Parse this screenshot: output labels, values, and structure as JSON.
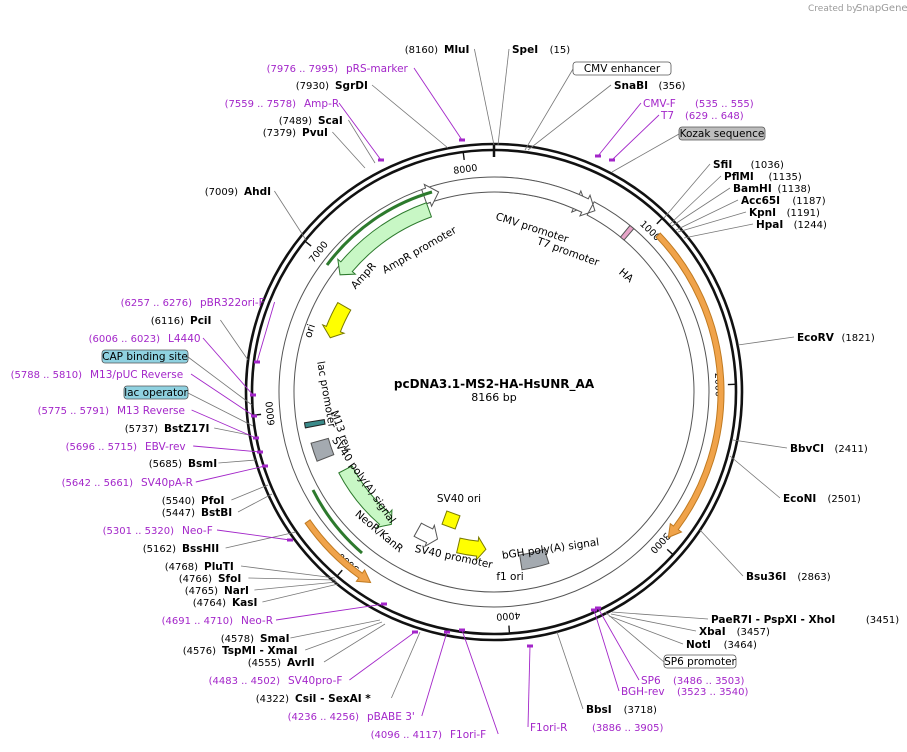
{
  "credit": {
    "created_by": "Created by",
    "brand": "SnapGene"
  },
  "plasmid": {
    "name": "pcDNA3.1-MS2-HA-HsUNR_AA",
    "size": "8166 bp"
  },
  "ticks": [
    "1000",
    "2000",
    "3000",
    "4000",
    "5000",
    "6000",
    "7000",
    "8000"
  ],
  "enzymes": [
    {
      "name": "MluI",
      "coord": "(8160)"
    },
    {
      "name": "SpeI",
      "coord": "(15)"
    },
    {
      "name": "SnaBI",
      "coord": "(356)"
    },
    {
      "name": "SgrDI",
      "coord": "(7930)"
    },
    {
      "name": "ScaI",
      "coord": "(7489)"
    },
    {
      "name": "PvuI",
      "coord": "(7379)"
    },
    {
      "name": "AhdI",
      "coord": "(7009)"
    },
    {
      "name": "SfiI",
      "coord": "(1036)"
    },
    {
      "name": "PflMI",
      "coord": "(1135)"
    },
    {
      "name": "BamHI",
      "coord": "(1138)"
    },
    {
      "name": "Acc65I",
      "coord": "(1187)"
    },
    {
      "name": "KpnI",
      "coord": "(1191)"
    },
    {
      "name": "HpaI",
      "coord": "(1244)"
    },
    {
      "name": "EcoRV",
      "coord": "(1821)"
    },
    {
      "name": "PciI",
      "coord": "(6116)"
    },
    {
      "name": "BstZ17I",
      "coord": "(5737)"
    },
    {
      "name": "BsmI",
      "coord": "(5685)"
    },
    {
      "name": "PfoI",
      "coord": "(5540)"
    },
    {
      "name": "BstBI",
      "coord": "(5447)"
    },
    {
      "name": "BssHII",
      "coord": "(5162)"
    },
    {
      "name": "PluTI",
      "coord": "(4768)"
    },
    {
      "name": "SfoI",
      "coord": "(4766)"
    },
    {
      "name": "NarI",
      "coord": "(4765)"
    },
    {
      "name": "KasI",
      "coord": "(4764)"
    },
    {
      "name": "SmaI",
      "coord": "(4578)"
    },
    {
      "name": "TspMI - XmaI",
      "coord": "(4576)"
    },
    {
      "name": "AvrII",
      "coord": "(4555)"
    },
    {
      "name": "CsiI - SexAI *",
      "coord": "(4322)"
    },
    {
      "name": "BbvCI",
      "coord": "(2411)"
    },
    {
      "name": "EcoNI",
      "coord": "(2501)"
    },
    {
      "name": "Bsu36I",
      "coord": "(2863)"
    },
    {
      "name": "PaeR7I - PspXI - XhoI",
      "coord": "(3451)"
    },
    {
      "name": "XbaI",
      "coord": "(3457)"
    },
    {
      "name": "NotI",
      "coord": "(3464)"
    },
    {
      "name": "BbsI",
      "coord": "(3718)"
    }
  ],
  "primers": [
    {
      "name": "pRS-marker",
      "coord": "(7976 .. 7995)"
    },
    {
      "name": "Amp-R",
      "coord": "(7559 .. 7578)"
    },
    {
      "name": "CMV-F",
      "coord": "(535 .. 555)"
    },
    {
      "name": "T7",
      "coord": "(629 .. 648)"
    },
    {
      "name": "pBR322ori-F",
      "coord": "(6257 .. 6276)"
    },
    {
      "name": "L4440",
      "coord": "(6006 .. 6023)"
    },
    {
      "name": "M13/pUC Reverse",
      "coord": "(5788 .. 5810)"
    },
    {
      "name": "M13 Reverse",
      "coord": "(5775 .. 5791)"
    },
    {
      "name": "EBV-rev",
      "coord": "(5696 .. 5715)"
    },
    {
      "name": "SV40pA-R",
      "coord": "(5642 .. 5661)"
    },
    {
      "name": "Neo-F",
      "coord": "(5301 .. 5320)"
    },
    {
      "name": "Neo-R",
      "coord": "(4691 .. 4710)"
    },
    {
      "name": "SV40pro-F",
      "coord": "(4483 .. 4502)"
    },
    {
      "name": "pBABE 3'",
      "coord": "(4236 .. 4256)"
    },
    {
      "name": "F1ori-F",
      "coord": "(4096 .. 4117)"
    },
    {
      "name": "F1ori-R",
      "coord": "(3886 .. 3905)"
    },
    {
      "name": "SP6",
      "coord": "(3486 .. 3503)"
    },
    {
      "name": "BGH-rev",
      "coord": "(3523 .. 3540)"
    }
  ],
  "boxed": [
    "CMV enhancer",
    "Kozak sequence",
    "CAP binding site",
    "lac operator",
    "SP6 promoter"
  ],
  "features": [
    {
      "label": "CMV promoter"
    },
    {
      "label": "T7 promoter"
    },
    {
      "label": "HA"
    },
    {
      "label": "AmpR promoter"
    },
    {
      "label": "AmpR"
    },
    {
      "label": "ori"
    },
    {
      "label": "lac promoter"
    },
    {
      "label": "M13 rev"
    },
    {
      "label": "SV40 poly(A) signal"
    },
    {
      "label": "SV40 ori"
    },
    {
      "label": "NeoR/KanR"
    },
    {
      "label": "SV40 promoter"
    },
    {
      "label": "bGH poly(A) signal"
    },
    {
      "label": "f1 ori"
    }
  ],
  "colors": {
    "primer": "#a326c9",
    "cds": "#c8f7c5",
    "ori": "#ffff00",
    "orf": "#f0a34a",
    "promoter": "#ffffff",
    "polya": "#a4aab0",
    "cap_box": "#8fd1e0",
    "kozak_box": "#bdbdbd"
  }
}
